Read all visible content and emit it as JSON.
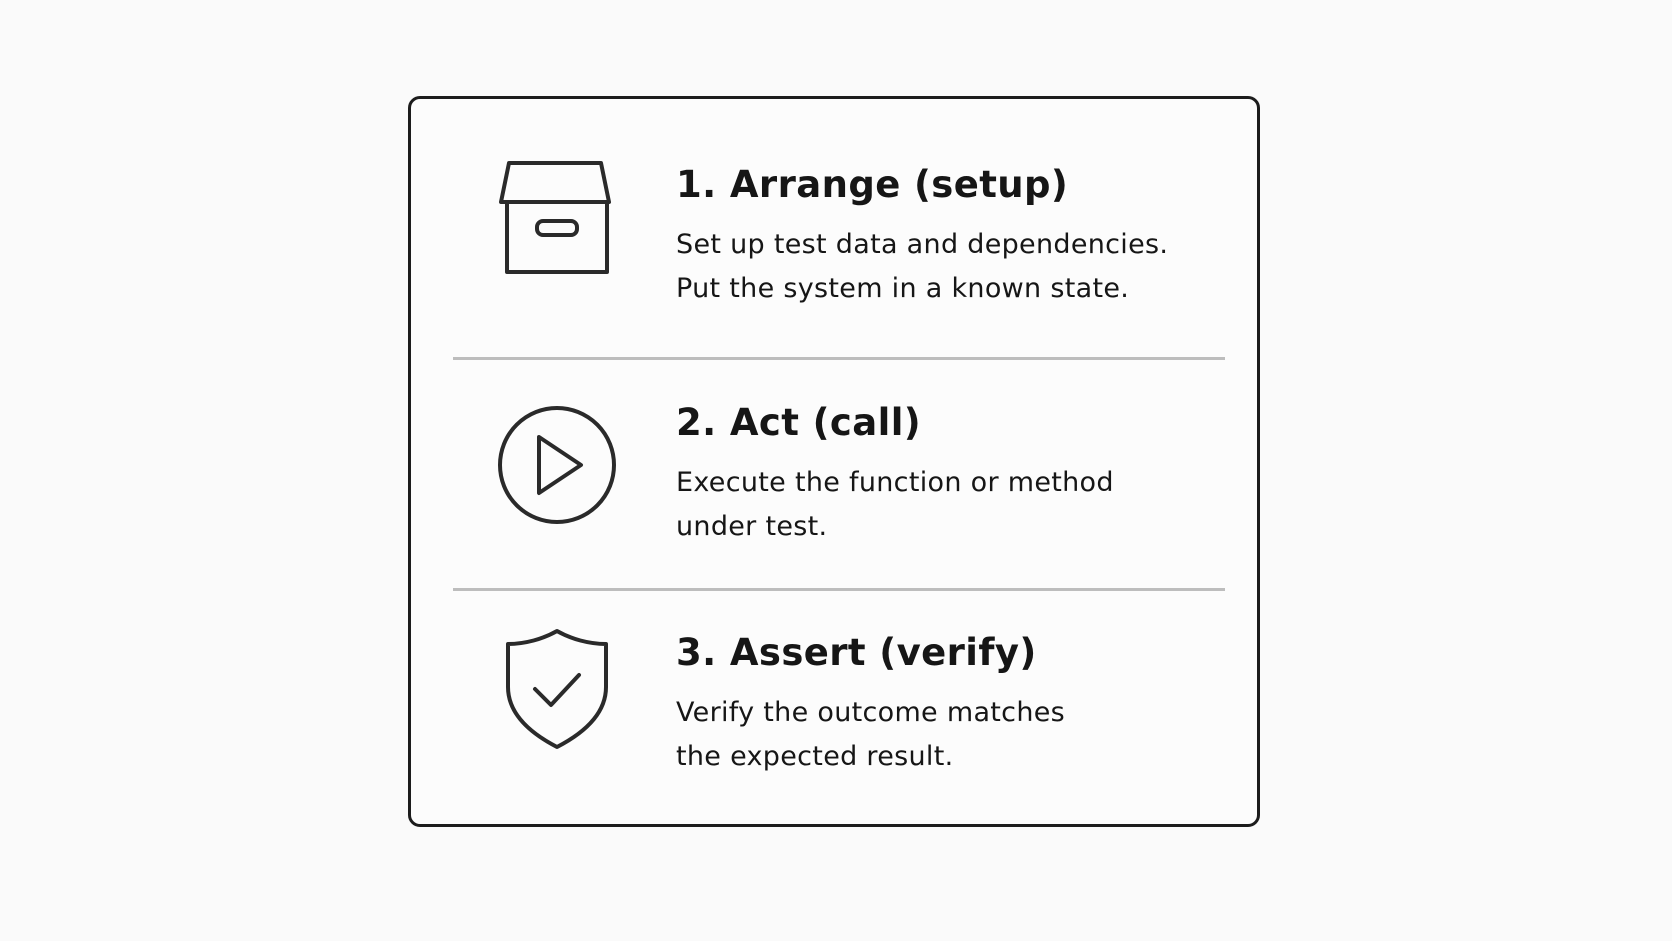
{
  "steps": [
    {
      "icon": "archive-box-icon",
      "title": "1. Arrange (setup)",
      "lines": [
        "Set up test data and dependencies.",
        "Put the system in a known state."
      ]
    },
    {
      "icon": "play-circle-icon",
      "title": "2. Act (call)",
      "lines": [
        "Execute the function or method",
        "under test."
      ]
    },
    {
      "icon": "shield-check-icon",
      "title": "3. Assert (verify)",
      "lines": [
        "Verify the outcome matches",
        "the expected result."
      ]
    }
  ],
  "colors": {
    "stroke": "#2a2a2a",
    "divider": "#bdbdbd",
    "border": "#1c1c1c",
    "background": "#fafafa"
  }
}
